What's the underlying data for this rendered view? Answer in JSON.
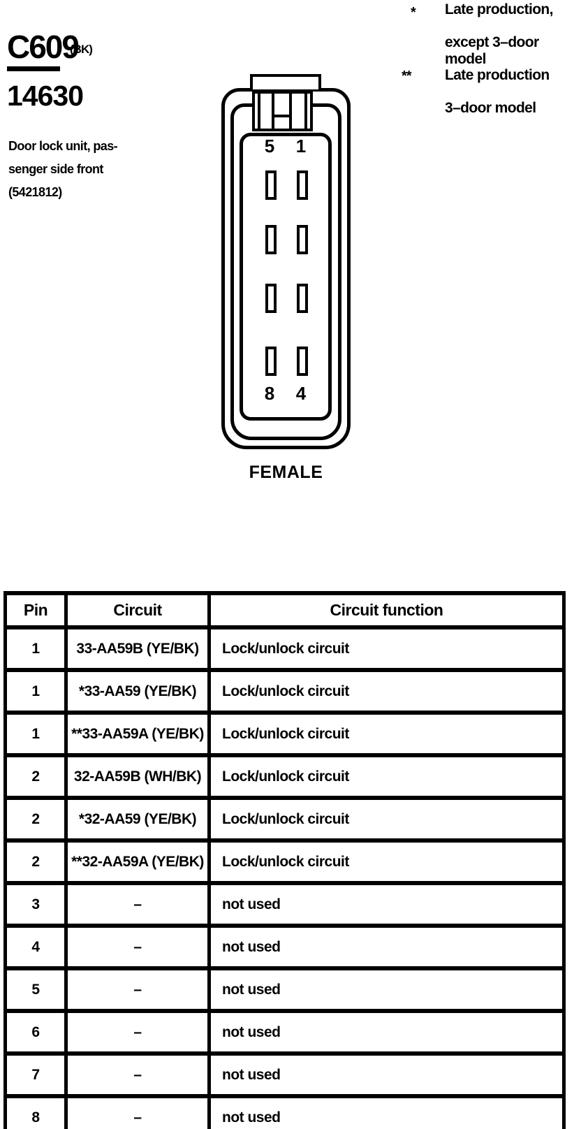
{
  "colors": {
    "ink": "#000000",
    "paper": "#ffffff"
  },
  "connector": {
    "id": "C609",
    "housing_color": "(BK)",
    "part_number": "14630",
    "description_lines": [
      "Door lock unit, pas-",
      "senger side front",
      "(5421812)"
    ],
    "gender_label": "FEMALE",
    "pin_corner_labels": {
      "top_left": "5",
      "top_right": "1",
      "bottom_left": "8",
      "bottom_right": "4"
    }
  },
  "notes": [
    {
      "symbol": "*",
      "lines": [
        "Late production,",
        "except 3–door model"
      ]
    },
    {
      "symbol": "**",
      "lines": [
        "Late production",
        "3–door model"
      ]
    }
  ],
  "pin_table": {
    "headers": [
      "Pin",
      "Circuit",
      "Circuit function"
    ],
    "rows": [
      [
        "1",
        "33-AA59B (YE/BK)",
        "Lock/unlock circuit"
      ],
      [
        "1",
        "*33-AA59 (YE/BK)",
        "Lock/unlock circuit"
      ],
      [
        "1",
        "**33-AA59A (YE/BK)",
        "Lock/unlock circuit"
      ],
      [
        "2",
        "32-AA59B (WH/BK)",
        "Lock/unlock circuit"
      ],
      [
        "2",
        "*32-AA59 (YE/BK)",
        "Lock/unlock circuit"
      ],
      [
        "2",
        "**32-AA59A (YE/BK)",
        "Lock/unlock circuit"
      ],
      [
        "3",
        "–",
        "not used"
      ],
      [
        "4",
        "–",
        "not used"
      ],
      [
        "5",
        "–",
        "not used"
      ],
      [
        "6",
        "–",
        "not used"
      ],
      [
        "7",
        "–",
        "not used"
      ],
      [
        "8",
        "–",
        "not used"
      ]
    ]
  }
}
